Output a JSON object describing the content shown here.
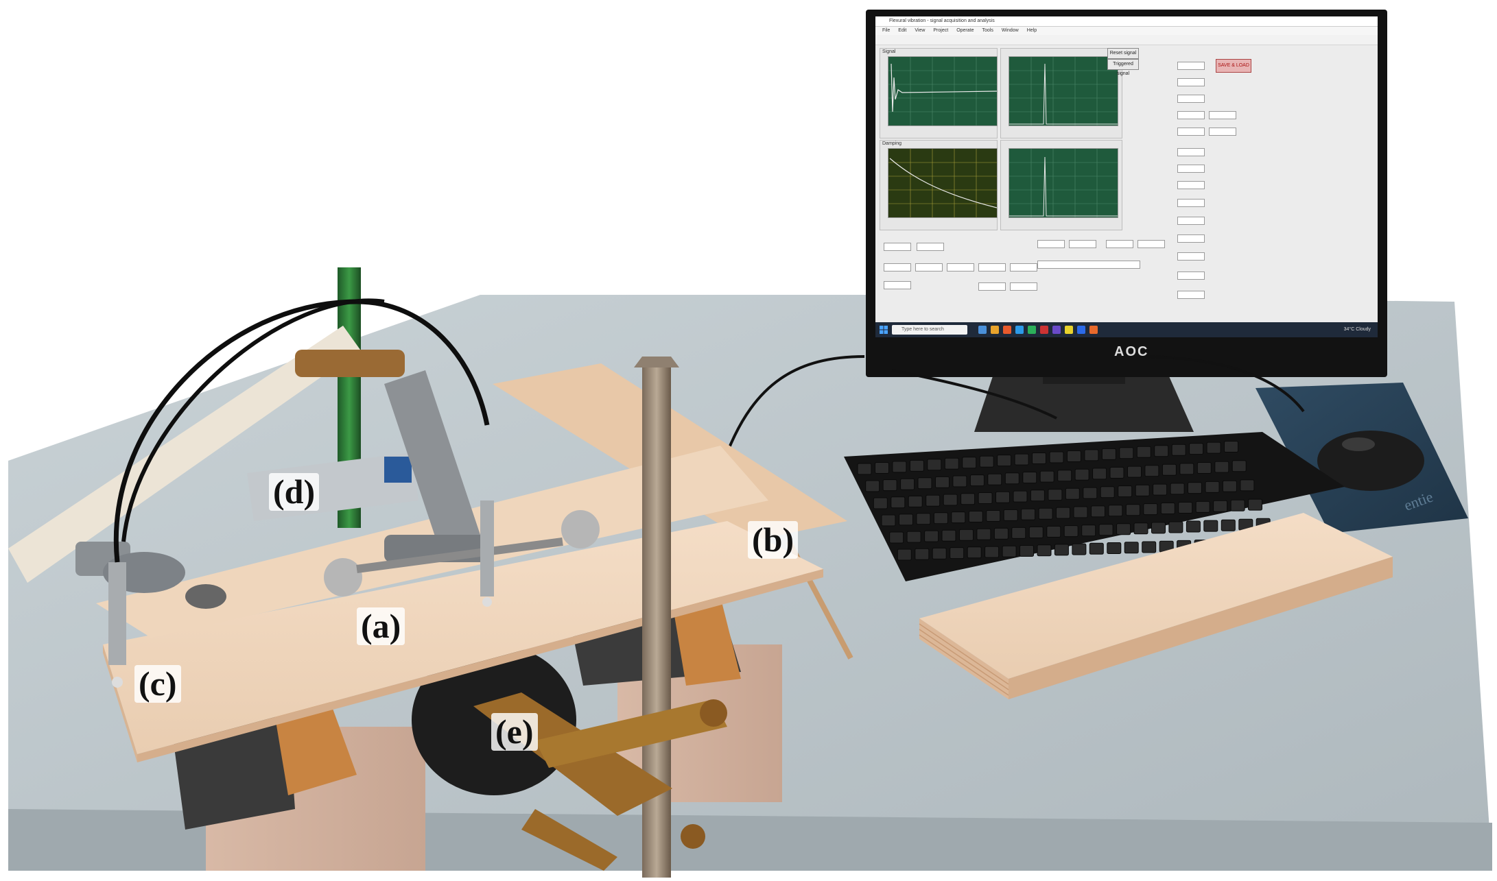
{
  "labels": {
    "a": "(a)",
    "b": "(b)",
    "c": "(c)",
    "d": "(d)",
    "e": "(e)"
  },
  "monitor": {
    "brand": "AOC",
    "screen": {
      "window_title": "Flexural vibration - signal acquisition and analysis",
      "menu": [
        "File",
        "Edit",
        "View",
        "Project",
        "Operate",
        "Tools",
        "Window",
        "Help"
      ],
      "buttons": {
        "reset_signal": "Reset signal",
        "triggered_signal": "Triggered signal",
        "save": "SAVE & LOAD"
      },
      "plots": {
        "signal_title": "Signal",
        "damping_title": "Damping"
      },
      "taskbar": {
        "search_placeholder": "Type here to search",
        "weather": "34°C Cloudy"
      }
    }
  }
}
